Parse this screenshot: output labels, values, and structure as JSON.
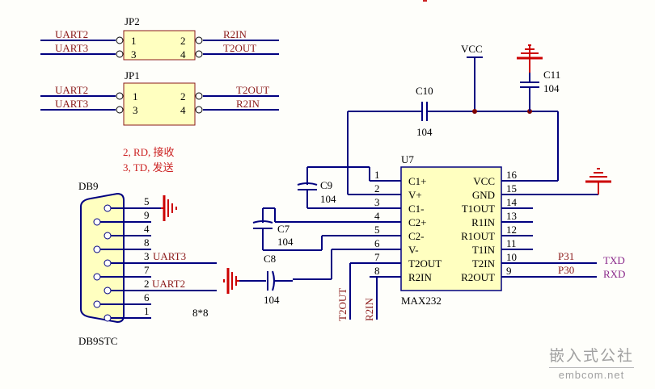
{
  "jumpers": {
    "jp2": {
      "ref": "JP2",
      "net1": "UART2",
      "net3": "UART3",
      "net2": "R2IN",
      "net4": "T2OUT",
      "p1": "1",
      "p2": "2",
      "p3": "3",
      "p4": "4"
    },
    "jp1": {
      "ref": "JP1",
      "net1": "UART2",
      "net3": "UART3",
      "net2": "T2OUT",
      "net4": "R2IN",
      "p1": "1",
      "p2": "2",
      "p3": "3",
      "p4": "4"
    }
  },
  "note": {
    "line1": "2, RD, 接收",
    "line2": "3, TD, 发送"
  },
  "db9": {
    "ref": "DB9",
    "part": "DB9STC",
    "pins": [
      "5",
      "9",
      "4",
      "8",
      "3",
      "7",
      "2",
      "6",
      "1"
    ],
    "net_pin3": "UART3",
    "net_pin2": "UART2",
    "size_note": "8*8"
  },
  "capacitors": {
    "c10": {
      "ref": "C10",
      "value": "104"
    },
    "c11": {
      "ref": "C11",
      "value": "104"
    },
    "c9": {
      "ref": "C9",
      "value": "104"
    },
    "c7": {
      "ref": "C7",
      "value": "104"
    },
    "c8": {
      "ref": "C8",
      "value": "104"
    }
  },
  "power": {
    "vcc": "VCC"
  },
  "ic": {
    "ref": "U7",
    "part": "MAX232",
    "left_pins": [
      {
        "num": "1",
        "name": "C1+"
      },
      {
        "num": "2",
        "name": "V+"
      },
      {
        "num": "3",
        "name": "C1-"
      },
      {
        "num": "4",
        "name": "C2+"
      },
      {
        "num": "5",
        "name": "C2-"
      },
      {
        "num": "6",
        "name": "V-"
      },
      {
        "num": "7",
        "name": "T2OUT"
      },
      {
        "num": "8",
        "name": "R2IN"
      }
    ],
    "right_pins": [
      {
        "num": "16",
        "name": "VCC"
      },
      {
        "num": "15",
        "name": "GND"
      },
      {
        "num": "14",
        "name": "T1OUT"
      },
      {
        "num": "13",
        "name": "R1IN"
      },
      {
        "num": "12",
        "name": "R1OUT"
      },
      {
        "num": "11",
        "name": "T1IN"
      },
      {
        "num": "10",
        "name": "T2IN"
      },
      {
        "num": "9",
        "name": "R2OUT"
      }
    ]
  },
  "nets": {
    "p31": "P31",
    "p30": "P30",
    "txd": "TXD",
    "rxd": "RXD",
    "t2out": "T2OUT",
    "r2in": "R2IN"
  },
  "watermark": {
    "cn": "嵌入式公社",
    "url": "embcom.net"
  },
  "colors": {
    "wire": "#000080",
    "body": "#ffffc0",
    "label": "#8b1a1a",
    "port": "#8b2a8b",
    "note": "#cc2222",
    "gnd": "#cc0000"
  }
}
